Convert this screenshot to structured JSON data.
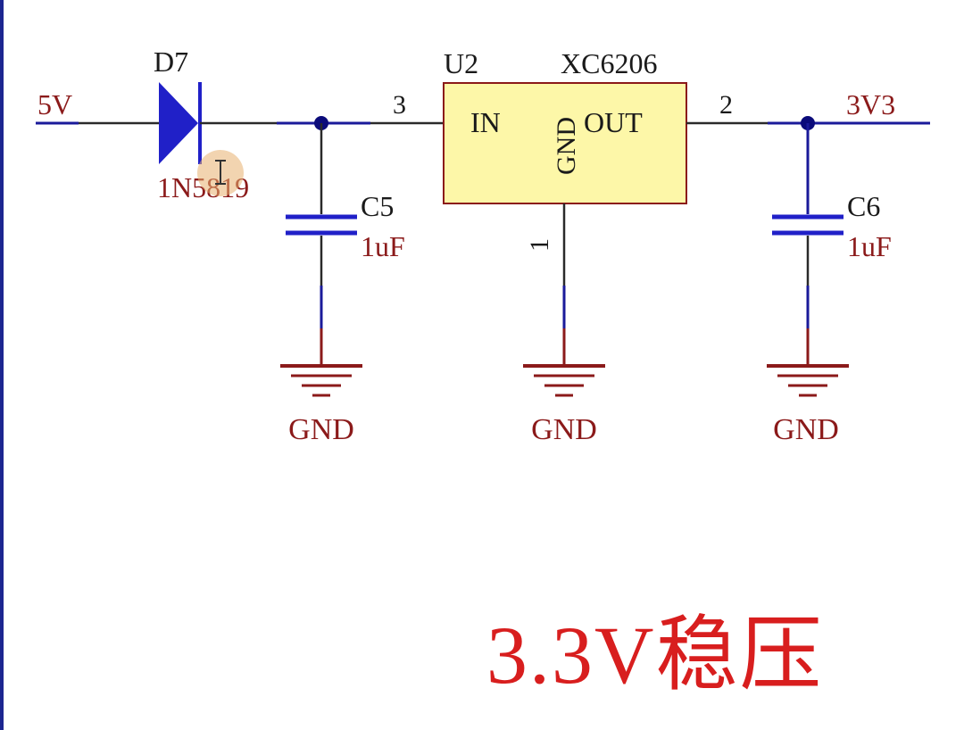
{
  "diagram": {
    "net_in": "5V",
    "net_out": "3V3",
    "diode": {
      "designator": "D7",
      "part": "1N5819"
    },
    "regulator": {
      "designator": "U2",
      "part": "XC6206",
      "pin_in_label": "IN",
      "pin_gnd_label": "GND",
      "pin_out_label": "OUT",
      "pin_in_number": "3",
      "pin_out_number": "2",
      "pin_gnd_number": "1"
    },
    "cap_in": {
      "designator": "C5",
      "value": "1uF"
    },
    "cap_out": {
      "designator": "C6",
      "value": "1uF"
    },
    "gnd_labels": [
      "GND",
      "GND",
      "GND"
    ],
    "title": "3.3V稳压"
  },
  "colors": {
    "wire_blue": "#1a1a9a",
    "wire_dark": "#2a2a2a",
    "ground_red": "#8b1a1a",
    "diode_fill": "#2020c8",
    "ic_fill": "#fdf7a8",
    "ic_border": "#8b1a1a",
    "junction": "#0b0b7a",
    "title_red": "#d81e1e",
    "frame_left": "#1c2690"
  }
}
